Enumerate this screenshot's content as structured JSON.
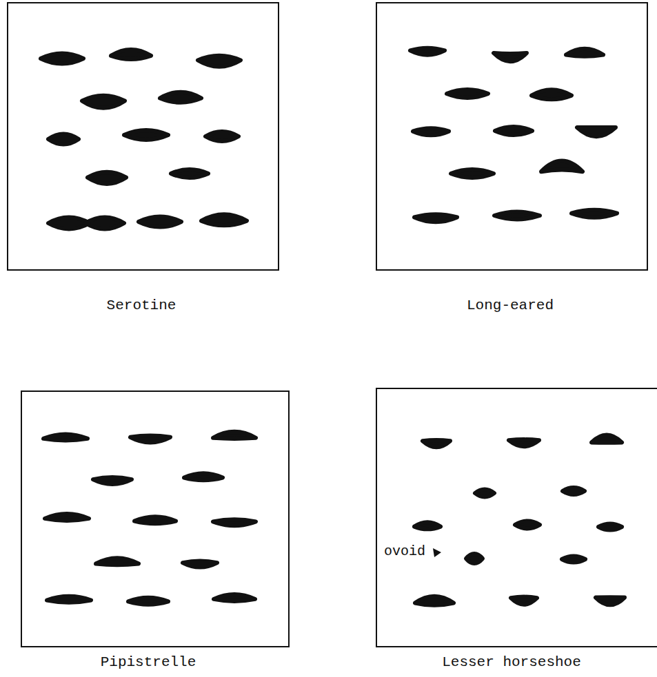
{
  "diagram": {
    "nodes": [
      {
        "text": [
          "Serotine"
        ]
      },
      {
        "text": [
          "Long-eared"
        ]
      },
      {
        "text": [
          "Pipistrelle"
        ]
      },
      {
        "text": [
          "Lesser horseshoe"
        ]
      }
    ],
    "labels": [
      "ovoid"
    ]
  }
}
